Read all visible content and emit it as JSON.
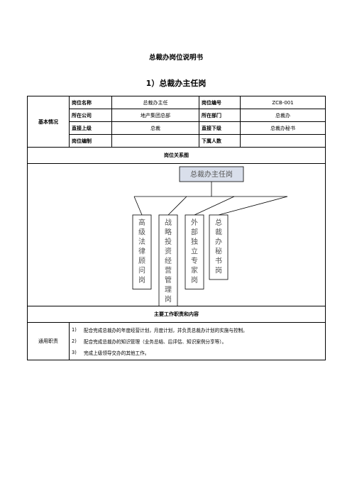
{
  "title": "总裁办岗位说明书",
  "subtitle": "1）总裁办主任岗",
  "basic": {
    "section_label": "基本情况",
    "rows": [
      [
        "岗位名称",
        "总裁办主任",
        "岗位编号",
        "ZCB-001"
      ],
      [
        "所在公司",
        "地产集团总部",
        "所在部门",
        "总裁办"
      ],
      [
        "直接上级",
        "总裁",
        "直接下级",
        "总裁办秘书"
      ],
      [
        "岗位编制",
        "",
        "下属人数",
        ""
      ]
    ]
  },
  "relation": {
    "header": "岗位关系图",
    "top": "总裁办主任岗",
    "children": [
      [
        "高",
        "级",
        "法",
        "律",
        "顾",
        "问",
        "岗"
      ],
      [
        "战",
        "略",
        "投",
        "资",
        "经",
        "营",
        "管",
        "理",
        "岗"
      ],
      [
        "外",
        "部",
        "独",
        "立",
        "专",
        "家",
        "岗"
      ],
      [
        "总",
        "裁",
        "办",
        "秘",
        "书",
        "岗"
      ]
    ]
  },
  "duties": {
    "header": "主要工作职责和内容",
    "label": "通用职责",
    "items": [
      {
        "num": "1)",
        "text": "配合完成总裁办的年度经营计划，月度计划，并负责总裁办计划的实施与控制。"
      },
      {
        "num": "2)",
        "text": "配合完成总裁办的知识管理（业务总结、后评估、知识案例分享等）。"
      },
      {
        "num": "3)",
        "text": "完成上级领导交办的其他工作。"
      }
    ]
  }
}
